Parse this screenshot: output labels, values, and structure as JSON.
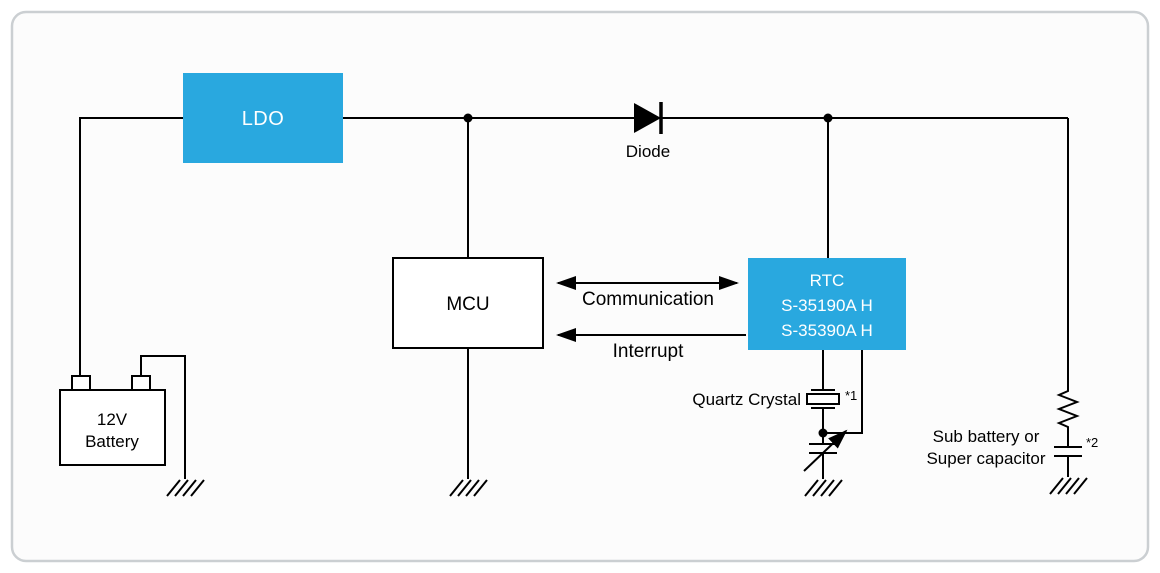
{
  "blocks": {
    "ldo": {
      "label": "LDO"
    },
    "mcu": {
      "label": "MCU"
    },
    "rtc": {
      "line1": "RTC",
      "line2": "S-35190A H",
      "line3": "S-35390A H"
    },
    "battery": {
      "line1": "12V",
      "line2": "Battery"
    }
  },
  "labels": {
    "diode": "Diode",
    "communication": "Communication",
    "interrupt": "Interrupt",
    "quartz_crystal": "Quartz Crystal",
    "note1": "*1",
    "note2": "*2",
    "sub_battery_line1": "Sub battery or",
    "sub_battery_line2": "Super capacitor"
  },
  "colors": {
    "accent_blue": "#29a8df",
    "wire": "#000000",
    "canvas_background": "#fcfcfc",
    "frame_border": "#cbcfd2"
  }
}
